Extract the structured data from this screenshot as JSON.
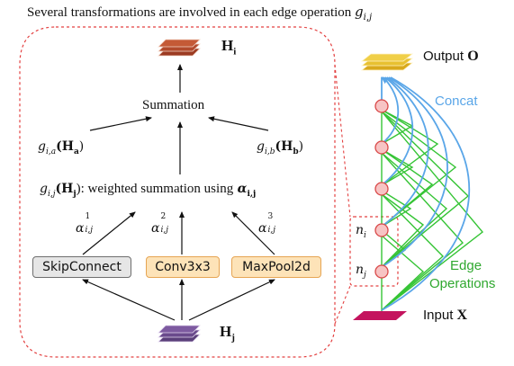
{
  "title": "Several transformations are involved in each edge operation",
  "title_math": "g",
  "title_sub": "i,j",
  "left_panel": {
    "hi_label": "H",
    "hi_sub": "i",
    "summation_label": "Summation",
    "ga_fn": "g",
    "ga_sub": "i,a",
    "ga_arg": "(H",
    "ga_arg_sub": "a",
    "ga_close": ")",
    "gb_fn": "g",
    "gb_sub": "i,b",
    "gb_arg": "(H",
    "gb_arg_sub": "b",
    "gb_close": ")",
    "weighted_fn": "g",
    "weighted_sub": "i,j",
    "weighted_arg": "(H",
    "weighted_arg_sub": "j",
    "weighted_text": "): weighted summation using",
    "weighted_alpha": "α",
    "weighted_alpha_sub": "i,j",
    "alphas": [
      {
        "sym": "α",
        "sup": "1",
        "sub": "i,j"
      },
      {
        "sym": "α",
        "sup": "2",
        "sub": "i,j"
      },
      {
        "sym": "α",
        "sup": "3",
        "sub": "i,j"
      }
    ],
    "ops": [
      "SkipConnect",
      "Conv3x3",
      "MaxPool2d"
    ],
    "hj_label": "H",
    "hj_sub": "j"
  },
  "right_panel": {
    "output_label": "Output",
    "output_symbol": "O",
    "concat_label": "Concat",
    "ni_label": "n",
    "ni_sub": "i",
    "nj_label": "n",
    "nj_sub": "j",
    "edge_label_1": "Edge",
    "edge_label_2": "Operations",
    "input_label": "Input",
    "input_symbol": "X"
  },
  "colors": {
    "output_tensor": "#e8c132",
    "hi_tensor": "#9c3b22",
    "hj_tensor": "#6a4a8c",
    "input_tensor": "#c4145e",
    "node_fill": "#f7c4c4",
    "node_stroke": "#d94848",
    "edge_green": "#35c435",
    "concat_blue": "#5aa6e8",
    "dashed_red": "#e34040"
  }
}
